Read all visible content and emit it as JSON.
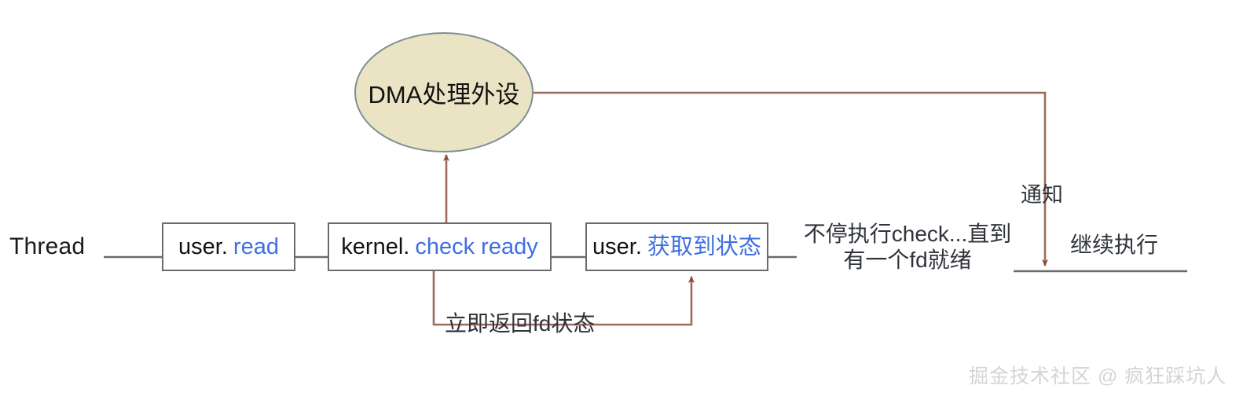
{
  "diagram": {
    "title": "DMA / IO multiplexing thread flow",
    "colors": {
      "box_border": "#6b6b6b",
      "box_fill": "#ffffff",
      "ellipse_fill": "#eae3c4",
      "ellipse_border": "#7d9090",
      "connector_gray": "#6b6b6b",
      "connector_brown": "#9e6a5c",
      "arrow_brown": "#8f4a36",
      "text_black": "#111111",
      "text_blue": "#3f6fe0",
      "text_dark": "#30343a",
      "watermark": "#d2d4d6"
    },
    "lane": {
      "label": "Thread"
    },
    "ellipse": {
      "label": "DMA处理外设"
    },
    "boxes": [
      {
        "prefix": "user.",
        "value": "read"
      },
      {
        "prefix": "kernel.",
        "value": "check ready"
      },
      {
        "prefix": "user.",
        "value": "获取到状态"
      }
    ],
    "labels": {
      "notify": "通知",
      "continue": "继续执行",
      "return_fd": "立即返回fd状态",
      "loop_check_line1": "不停执行check...直到",
      "loop_check_line2": "有一个fd就绪"
    },
    "watermark": "掘金技术社区 @ 疯狂踩坑人"
  }
}
